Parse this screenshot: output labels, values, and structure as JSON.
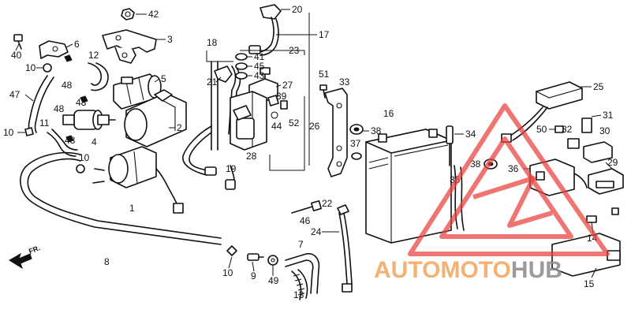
{
  "callouts": [
    {
      "id": "c42",
      "label": "42"
    },
    {
      "id": "c20",
      "label": "20"
    },
    {
      "id": "c17",
      "label": "17"
    },
    {
      "id": "c3",
      "label": "3"
    },
    {
      "id": "c40",
      "label": "40"
    },
    {
      "id": "c6",
      "label": "6"
    },
    {
      "id": "c12",
      "label": "12"
    },
    {
      "id": "c18",
      "label": "18"
    },
    {
      "id": "c41",
      "label": "41"
    },
    {
      "id": "c23",
      "label": "23"
    },
    {
      "id": "c45",
      "label": "45"
    },
    {
      "id": "c43",
      "label": "43"
    },
    {
      "id": "c10a",
      "label": "10"
    },
    {
      "id": "c48a",
      "label": "48"
    },
    {
      "id": "c5",
      "label": "5"
    },
    {
      "id": "c21",
      "label": "21"
    },
    {
      "id": "c51",
      "label": "51"
    },
    {
      "id": "c33",
      "label": "33"
    },
    {
      "id": "c27",
      "label": "27"
    },
    {
      "id": "c25",
      "label": "25"
    },
    {
      "id": "c47",
      "label": "47"
    },
    {
      "id": "c48b",
      "label": "48"
    },
    {
      "id": "c39",
      "label": "39"
    },
    {
      "id": "c52",
      "label": "52"
    },
    {
      "id": "c48c",
      "label": "48"
    },
    {
      "id": "c31",
      "label": "31"
    },
    {
      "id": "c11",
      "label": "11"
    },
    {
      "id": "c44",
      "label": "44"
    },
    {
      "id": "c26",
      "label": "26"
    },
    {
      "id": "c16",
      "label": "16"
    },
    {
      "id": "c2",
      "label": "2"
    },
    {
      "id": "c38a",
      "label": "38"
    },
    {
      "id": "c34",
      "label": "34"
    },
    {
      "id": "c50",
      "label": "50"
    },
    {
      "id": "c32",
      "label": "32"
    },
    {
      "id": "c30",
      "label": "30"
    },
    {
      "id": "c10b",
      "label": "10"
    },
    {
      "id": "c48d",
      "label": "48"
    },
    {
      "id": "c4",
      "label": "4"
    },
    {
      "id": "c37",
      "label": "37"
    },
    {
      "id": "c28",
      "label": "28"
    },
    {
      "id": "c10c",
      "label": "10"
    },
    {
      "id": "c29",
      "label": "29"
    },
    {
      "id": "c38b",
      "label": "38"
    },
    {
      "id": "c19",
      "label": "19"
    },
    {
      "id": "c36",
      "label": "36"
    },
    {
      "id": "c35",
      "label": "35"
    },
    {
      "id": "c1",
      "label": "1"
    },
    {
      "id": "c22",
      "label": "22"
    },
    {
      "id": "c46",
      "label": "46"
    },
    {
      "id": "c24",
      "label": "24"
    },
    {
      "id": "c14",
      "label": "14"
    },
    {
      "id": "c8",
      "label": "8"
    },
    {
      "id": "c7",
      "label": "7"
    },
    {
      "id": "c10d",
      "label": "10"
    },
    {
      "id": "c9",
      "label": "9"
    },
    {
      "id": "c49",
      "label": "49"
    },
    {
      "id": "c15",
      "label": "15"
    },
    {
      "id": "c13",
      "label": "13"
    }
  ],
  "direction_marker": {
    "label": "FR.",
    "icon": "front-arrow-icon"
  },
  "watermark": {
    "part1": "AUTOMOTO",
    "part2": "HUB",
    "colors": {
      "red": "#e8403a",
      "orange": "#f2a35a",
      "grey": "#8a8a8a"
    }
  }
}
